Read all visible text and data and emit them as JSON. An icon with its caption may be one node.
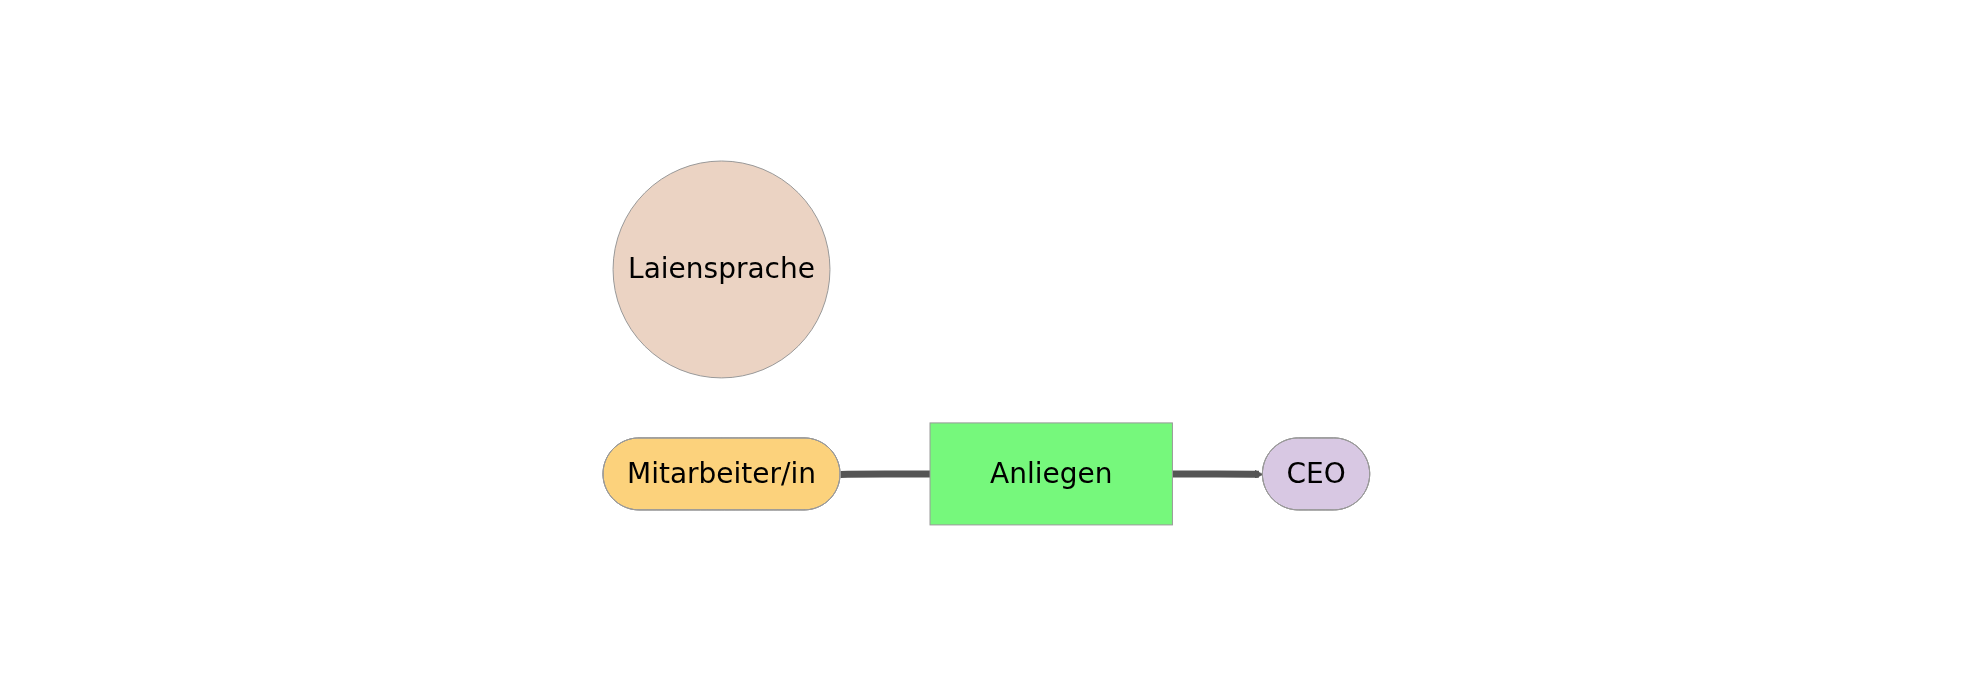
{
  "diagram": {
    "nodes": [
      {
        "text": [
          "Laiensprache"
        ]
      },
      {
        "text": [
          "Mitarbeiter/in"
        ]
      },
      {
        "text": [
          "Anliegen"
        ]
      },
      {
        "text": [
          "CEO"
        ]
      }
    ],
    "edges": [
      {
        "from": 1,
        "to": 2,
        "arrow": "none"
      },
      {
        "from": 2,
        "to": 3,
        "arrow": "to"
      }
    ]
  }
}
